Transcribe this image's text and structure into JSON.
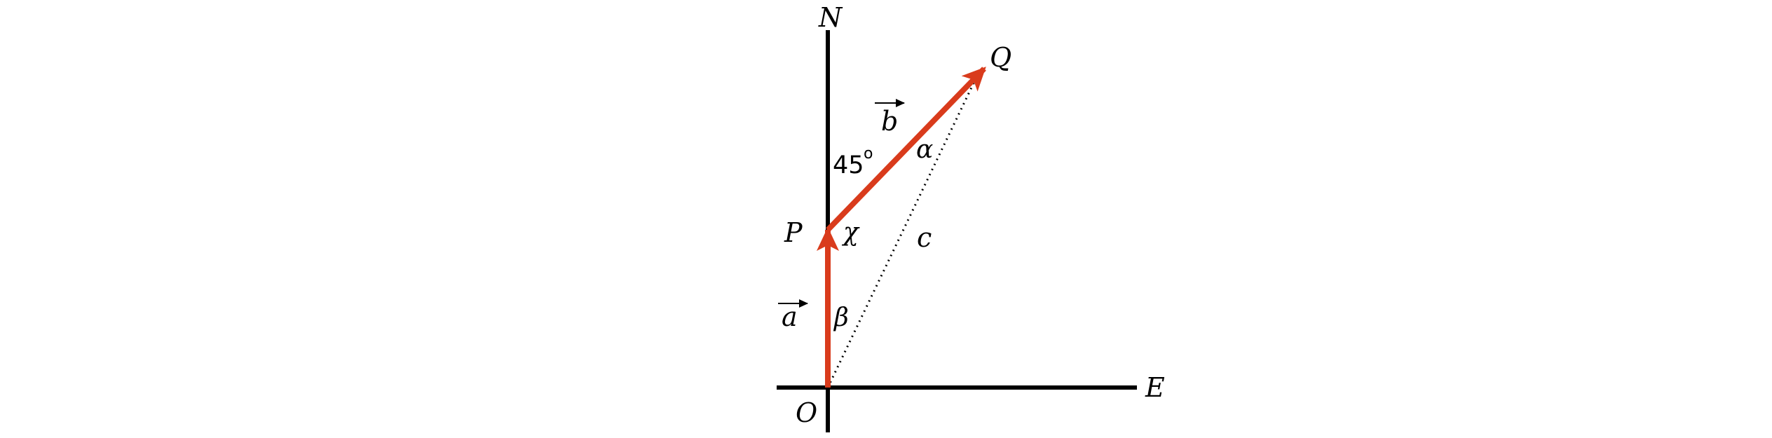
{
  "labels": {
    "north": "N",
    "east": "E",
    "origin": "O",
    "point_p": "P",
    "point_q": "Q",
    "vector_a": "a",
    "vector_b": "b",
    "resultant": "c",
    "angle_north": "45",
    "degree_symbol": "o",
    "angle_alpha": "α",
    "angle_beta": "β",
    "angle_chi": "χ"
  },
  "colors": {
    "vector": "#d93b1c",
    "axis": "#000000",
    "resultant": "#000000"
  }
}
